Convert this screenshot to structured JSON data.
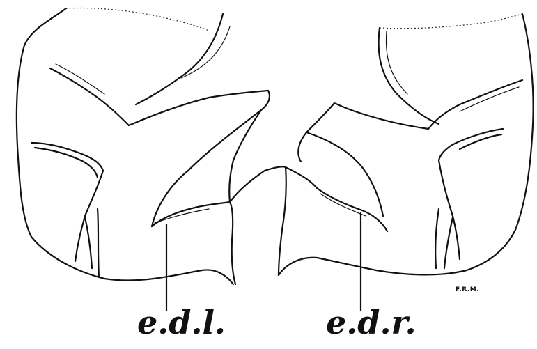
{
  "labels": {
    "left_pointer": "e.d.l.",
    "right_pointer": "e.d.r."
  },
  "artist_initials": "F.R.M."
}
